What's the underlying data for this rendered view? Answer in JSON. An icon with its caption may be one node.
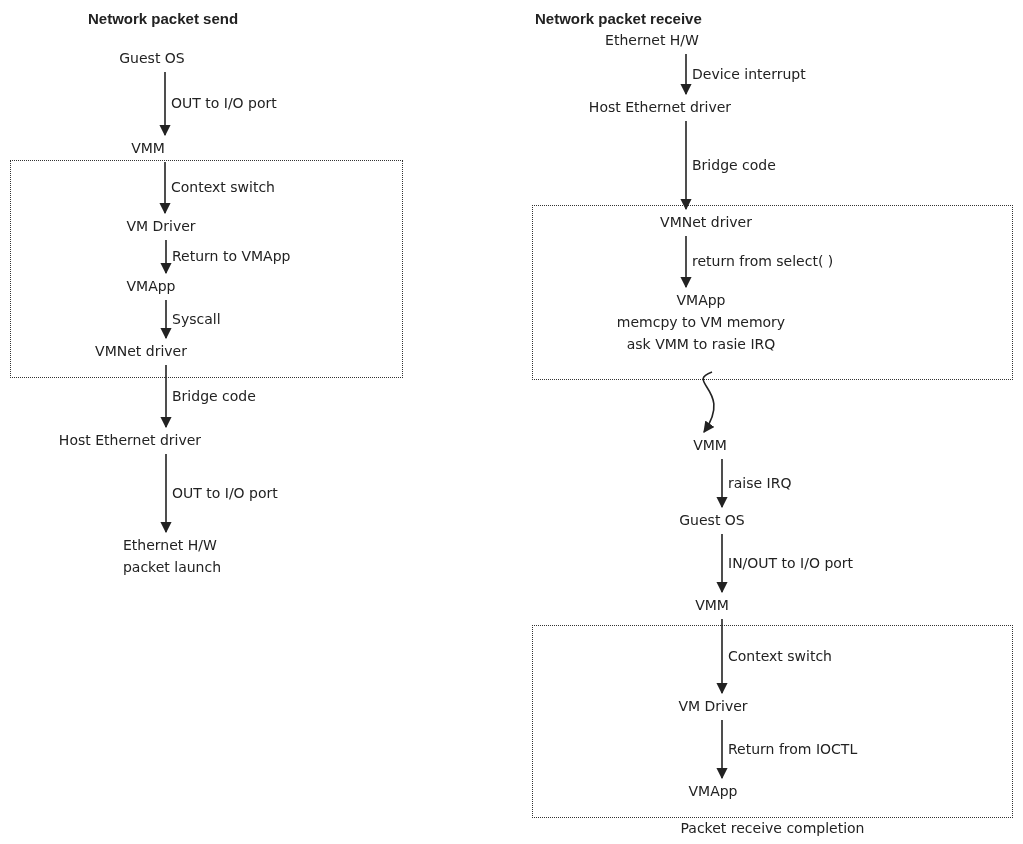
{
  "diagram": {
    "nodes": [
      {
        "text": [
          "Guest OS"
        ]
      },
      {
        "text": [
          "VMM"
        ]
      },
      {
        "text": [],
        "shape": "box"
      },
      {
        "text": [
          "VM Driver"
        ],
        "in": 2
      },
      {
        "text": [
          "VMApp"
        ],
        "in": 2
      },
      {
        "text": [
          "VMNet driver"
        ],
        "in": 2
      },
      {
        "text": [
          "Host Ethernet driver"
        ]
      },
      {
        "text": [
          "Ethernet H/W",
          "packet launch"
        ]
      },
      {
        "text": [
          "Ethernet H/W"
        ]
      },
      {
        "text": [
          "Host Ethernet driver"
        ]
      },
      {
        "text": [],
        "shape": "box"
      },
      {
        "text": [
          "VMNet driver"
        ],
        "in": 10
      },
      {
        "text": [
          "VMApp",
          "memcpy to VM memory",
          "ask VMM to rasie IRQ"
        ],
        "in": 10
      },
      {
        "text": [
          "VMM"
        ]
      },
      {
        "text": [
          "Guest OS"
        ]
      },
      {
        "text": [
          "VMM"
        ]
      },
      {
        "text": [],
        "shape": "box",
        "beside": [
          "Packet receive completion"
        ]
      },
      {
        "text": [
          "VM Driver"
        ],
        "in": 16
      },
      {
        "text": [
          "VMApp"
        ],
        "in": 16
      }
    ],
    "edges": [
      {
        "from": 0,
        "to": 1,
        "arrow": "to",
        "label": "OUT to I/O port"
      },
      {
        "from": 1,
        "to": 3,
        "arrow": "to",
        "label": "Context switch"
      },
      {
        "from": 3,
        "to": 4,
        "arrow": "to",
        "label": "Return to VMApp"
      },
      {
        "from": 4,
        "to": 5,
        "arrow": "to",
        "label": "Syscall"
      },
      {
        "from": 5,
        "to": 6,
        "arrow": "to",
        "label": "Bridge code"
      },
      {
        "from": 6,
        "to": 7,
        "arrow": "to",
        "label": "OUT to I/O port"
      },
      {
        "from": 8,
        "to": 9,
        "arrow": "to",
        "label": "Device interrupt"
      },
      {
        "from": 9,
        "to": 11,
        "arrow": "to",
        "label": "Bridge code"
      },
      {
        "from": 11,
        "to": 12,
        "arrow": "to",
        "label": "return from select( )"
      },
      {
        "from": 12,
        "to": 13,
        "arrow": "to"
      },
      {
        "from": 13,
        "to": 14,
        "arrow": "to",
        "label": "raise IRQ"
      },
      {
        "from": 14,
        "to": 15,
        "arrow": "to",
        "label": "IN/OUT to I/O port"
      },
      {
        "from": 15,
        "to": 17,
        "arrow": "to",
        "label": "Context switch"
      },
      {
        "from": 17,
        "to": 18,
        "arrow": "to",
        "label": "Return from IOCTL"
      }
    ],
    "labels": [
      "Network packet send",
      "Network packet receive"
    ]
  }
}
